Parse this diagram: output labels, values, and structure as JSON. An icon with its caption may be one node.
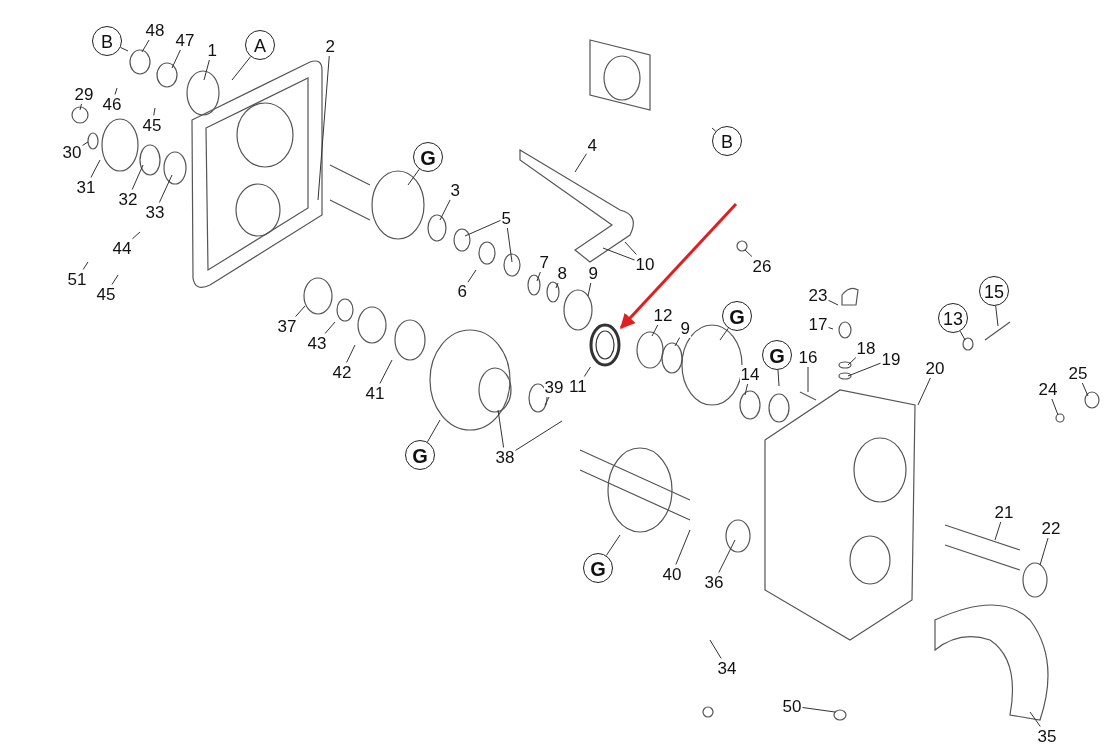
{
  "diagram": {
    "nodes": [
      {
        "text": [
          "B"
        ]
      },
      {
        "text": [
          "48"
        ]
      },
      {
        "text": [
          "47"
        ]
      },
      {
        "text": [
          "A"
        ]
      },
      {
        "text": [
          "1"
        ]
      },
      {
        "text": [
          "2"
        ]
      },
      {
        "text": [
          "29"
        ]
      },
      {
        "text": [
          "46"
        ]
      },
      {
        "text": [
          "45"
        ]
      },
      {
        "text": [
          "30"
        ]
      },
      {
        "text": [
          "31"
        ]
      },
      {
        "text": [
          "32"
        ]
      },
      {
        "text": [
          "33"
        ]
      },
      {
        "text": [
          "4"
        ]
      },
      {
        "text": [
          "G"
        ]
      },
      {
        "text": [
          "3"
        ]
      },
      {
        "text": [
          "5"
        ]
      },
      {
        "text": [
          "44"
        ]
      },
      {
        "text": [
          "51"
        ]
      },
      {
        "text": [
          "45"
        ]
      },
      {
        "text": [
          "10"
        ]
      },
      {
        "text": [
          "26"
        ]
      },
      {
        "text": [
          "7"
        ]
      },
      {
        "text": [
          "8"
        ]
      },
      {
        "text": [
          "9"
        ]
      },
      {
        "text": [
          "6"
        ]
      },
      {
        "text": [
          "23"
        ]
      },
      {
        "text": [
          "15"
        ]
      },
      {
        "text": [
          "13"
        ]
      },
      {
        "text": [
          "37"
        ]
      },
      {
        "text": [
          "43"
        ]
      },
      {
        "text": [
          "12"
        ]
      },
      {
        "text": [
          "9"
        ]
      },
      {
        "text": [
          "G"
        ]
      },
      {
        "text": [
          "17"
        ]
      },
      {
        "text": [
          "42"
        ]
      },
      {
        "text": [
          "11"
        ]
      },
      {
        "text": [
          "41"
        ]
      },
      {
        "text": [
          "G"
        ]
      },
      {
        "text": [
          "16"
        ]
      },
      {
        "text": [
          "18"
        ]
      },
      {
        "text": [
          "19"
        ]
      },
      {
        "text": [
          "20"
        ]
      },
      {
        "text": [
          "24"
        ]
      },
      {
        "text": [
          "25"
        ]
      },
      {
        "text": [
          "39"
        ]
      },
      {
        "text": [
          "14"
        ]
      },
      {
        "text": [
          "G"
        ]
      },
      {
        "text": [
          "38"
        ]
      },
      {
        "text": [
          "21"
        ]
      },
      {
        "text": [
          "22"
        ]
      },
      {
        "text": [
          "G"
        ]
      },
      {
        "text": [
          "40"
        ]
      },
      {
        "text": [
          "36"
        ]
      },
      {
        "text": [
          "B"
        ]
      },
      {
        "text": [
          "34"
        ]
      },
      {
        "text": [
          "50"
        ]
      },
      {
        "text": [
          "35"
        ]
      },
      {
        "text": [],
        "shape": "picture"
      }
    ],
    "edges": [
      {
        "from": 0,
        "to": null,
        "arrow": "none"
      },
      {
        "from": 1,
        "to": null,
        "arrow": "none"
      },
      {
        "from": 2,
        "to": null,
        "arrow": "none"
      },
      {
        "from": 3,
        "to": null,
        "arrow": "none"
      },
      {
        "from": 4,
        "to": null,
        "arrow": "none"
      },
      {
        "from": 5,
        "to": null,
        "arrow": "none"
      },
      {
        "from": 6,
        "to": null,
        "arrow": "none"
      },
      {
        "from": 7,
        "to": null,
        "arrow": "none"
      },
      {
        "from": 8,
        "to": null,
        "arrow": "none"
      },
      {
        "from": 9,
        "to": null,
        "arrow": "none"
      },
      {
        "from": 10,
        "to": null,
        "arrow": "none"
      },
      {
        "from": 11,
        "to": null,
        "arrow": "none"
      },
      {
        "from": 12,
        "to": null,
        "arrow": "none"
      },
      {
        "from": 13,
        "to": null,
        "arrow": "none"
      },
      {
        "from": 14,
        "to": null,
        "arrow": "none"
      },
      {
        "from": 15,
        "to": null,
        "arrow": "none"
      },
      {
        "from": 16,
        "to": null,
        "arrow": "none"
      },
      {
        "from": 16,
        "to": null,
        "arrow": "none"
      },
      {
        "from": 17,
        "to": null,
        "arrow": "none"
      },
      {
        "from": 18,
        "to": null,
        "arrow": "none"
      },
      {
        "from": 19,
        "to": null,
        "arrow": "none"
      },
      {
        "from": 20,
        "to": null,
        "arrow": "none"
      },
      {
        "from": 20,
        "to": null,
        "arrow": "none"
      },
      {
        "from": 21,
        "to": null,
        "arrow": "none"
      },
      {
        "from": 22,
        "to": null,
        "arrow": "none"
      },
      {
        "from": 23,
        "to": null,
        "arrow": "none"
      },
      {
        "from": 24,
        "to": null,
        "arrow": "none"
      },
      {
        "from": 25,
        "to": null,
        "arrow": "none"
      },
      {
        "from": 26,
        "to": null,
        "arrow": "none"
      },
      {
        "from": 27,
        "to": null,
        "arrow": "none"
      },
      {
        "from": 28,
        "to": null,
        "arrow": "none"
      },
      {
        "from": 29,
        "to": null,
        "arrow": "none"
      },
      {
        "from": 30,
        "to": null,
        "arrow": "none"
      },
      {
        "from": 31,
        "to": null,
        "arrow": "none"
      },
      {
        "from": 32,
        "to": null,
        "arrow": "none"
      },
      {
        "from": 33,
        "to": null,
        "arrow": "none"
      },
      {
        "from": 34,
        "to": null,
        "arrow": "none"
      },
      {
        "from": 35,
        "to": null,
        "arrow": "none"
      },
      {
        "from": 36,
        "to": 58,
        "arrow": "none"
      },
      {
        "from": 37,
        "to": null,
        "arrow": "none"
      },
      {
        "from": 38,
        "to": null,
        "arrow": "none"
      },
      {
        "from": 39,
        "to": null,
        "arrow": "none"
      },
      {
        "from": 40,
        "to": null,
        "arrow": "none"
      },
      {
        "from": 41,
        "to": null,
        "arrow": "none"
      },
      {
        "from": 42,
        "to": null,
        "arrow": "none"
      },
      {
        "from": 43,
        "to": null,
        "arrow": "none"
      },
      {
        "from": 44,
        "to": null,
        "arrow": "none"
      },
      {
        "from": 45,
        "to": null,
        "arrow": "none"
      },
      {
        "from": 46,
        "to": null,
        "arrow": "none"
      },
      {
        "from": 47,
        "to": null,
        "arrow": "none"
      },
      {
        "from": 48,
        "to": null,
        "arrow": "none"
      },
      {
        "from": 48,
        "to": null,
        "arrow": "none"
      },
      {
        "from": 49,
        "to": null,
        "arrow": "none"
      },
      {
        "from": 50,
        "to": null,
        "arrow": "none"
      },
      {
        "from": 51,
        "to": null,
        "arrow": "none"
      },
      {
        "from": 52,
        "to": null,
        "arrow": "none"
      },
      {
        "from": 53,
        "to": null,
        "arrow": "none"
      },
      {
        "from": 54,
        "to": null,
        "arrow": "none"
      },
      {
        "from": 55,
        "to": null,
        "arrow": "none"
      },
      {
        "from": 56,
        "to": null,
        "arrow": "none"
      },
      {
        "from": 57,
        "to": null,
        "arrow": "none"
      },
      {
        "from": null,
        "to": 58,
        "arrow": "to",
        "style": "thick",
        "color": "#e02020"
      }
    ]
  }
}
